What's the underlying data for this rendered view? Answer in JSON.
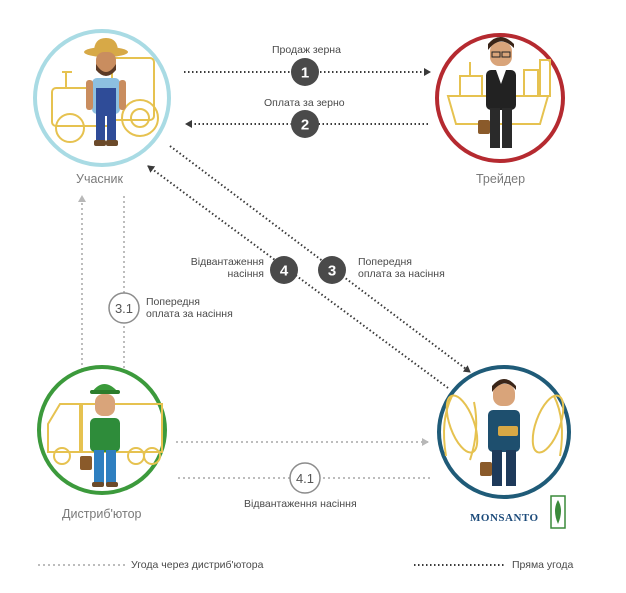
{
  "actors": {
    "participant": "Учасник",
    "trader": "Трейдер",
    "distributor": "Дистриб'ютор",
    "monsanto_brand": "MONSANTO"
  },
  "flows": {
    "step1": {
      "number": "1",
      "label": "Продаж зерна"
    },
    "step2": {
      "number": "2",
      "label": "Оплата за зерно"
    },
    "step3": {
      "number": "3",
      "label_line1": "Попередня",
      "label_line2": "оплата за насіння"
    },
    "step4": {
      "number": "4",
      "label_line1": "Відвантаження",
      "label_line2": "насіння"
    },
    "step31": {
      "number": "3.1",
      "label_line1": "Попередня",
      "label_line2": "оплата за насіння"
    },
    "step41": {
      "number": "4.1",
      "label": "Відвантаження насіння"
    }
  },
  "legend": {
    "via_distributor": "Угода через дистриб'ютора",
    "direct": "Пряма угода"
  },
  "colors": {
    "participant_ring": "#a9dbe4",
    "trader_ring": "#b52a30",
    "distributor_ring": "#3c9a3c",
    "monsanto_ring": "#1f5b78",
    "line_outline": "#2b2b2b",
    "step_dark": "#4a4a4a",
    "step_outline": "#8c8c8c",
    "tractor_gold": "#e6c250"
  }
}
